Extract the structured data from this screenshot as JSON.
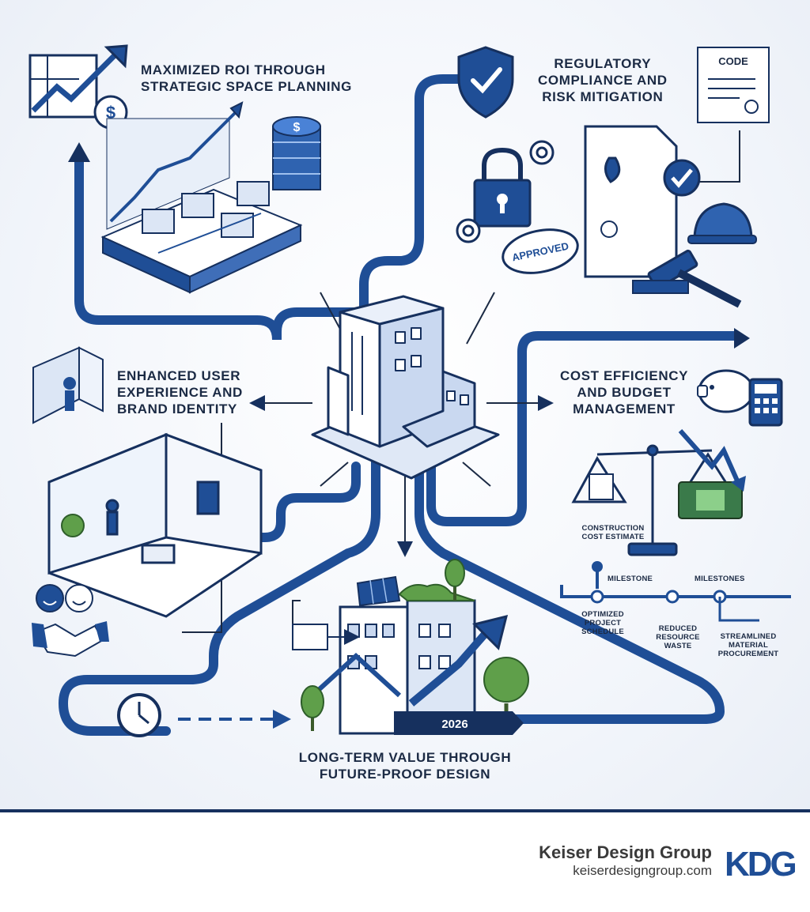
{
  "sections": {
    "roi": {
      "title": "MAXIMIZED ROI THROUGH\nSTRATEGIC SPACE PLANNING"
    },
    "compliance": {
      "title": "REGULATORY\nCOMPLIANCE AND\nRISK MITIGATION",
      "code_label": "CODE",
      "stamp_label": "APPROVED"
    },
    "ux": {
      "title": "ENHANCED USER\nEXPERIENCE AND\nBRAND IDENTITY"
    },
    "cost": {
      "title": "COST EFFICIENCY\nAND BUDGET\nMANAGEMENT",
      "estimate_label": "CONSTRUCTION\nCOST ESTIMATE",
      "milestone_label": "MILESTONE",
      "milestones_label": "MILESTONES",
      "schedule_label": "OPTIMIZED\nPROJECT SCHEDULE",
      "waste_label": "REDUCED\nRESOURCE\nWASTE",
      "procurement_label": "STREAMLINED\nMATERIAL\nPROCUREMENT"
    },
    "future": {
      "title": "LONG-TERM VALUE THROUGH\nFUTURE-PROOF DESIGN",
      "year_label": "2026"
    }
  },
  "icons": [
    "roi-chart-icon",
    "dollar-coin-icon",
    "shield-check-icon",
    "padlock-icon",
    "gear-icon",
    "flame-icon",
    "wheelchair-icon",
    "gavel-icon",
    "hard-hat-icon",
    "piggy-bank-icon",
    "calculator-icon",
    "balance-scale-icon",
    "cash-stack-icon",
    "person-icon",
    "smiley-icon",
    "handshake-icon",
    "clock-icon",
    "solar-panel-icon",
    "tree-icon",
    "building-icon"
  ],
  "colors": {
    "primary": "#1f4e96",
    "dark_navy": "#16305e",
    "accent": "#3d7be0",
    "green": "#5f9f4a"
  },
  "footer": {
    "company_name": "Keiser Design Group",
    "company_url": "keiserdesigngroup.com",
    "logo_text": "KDG"
  }
}
